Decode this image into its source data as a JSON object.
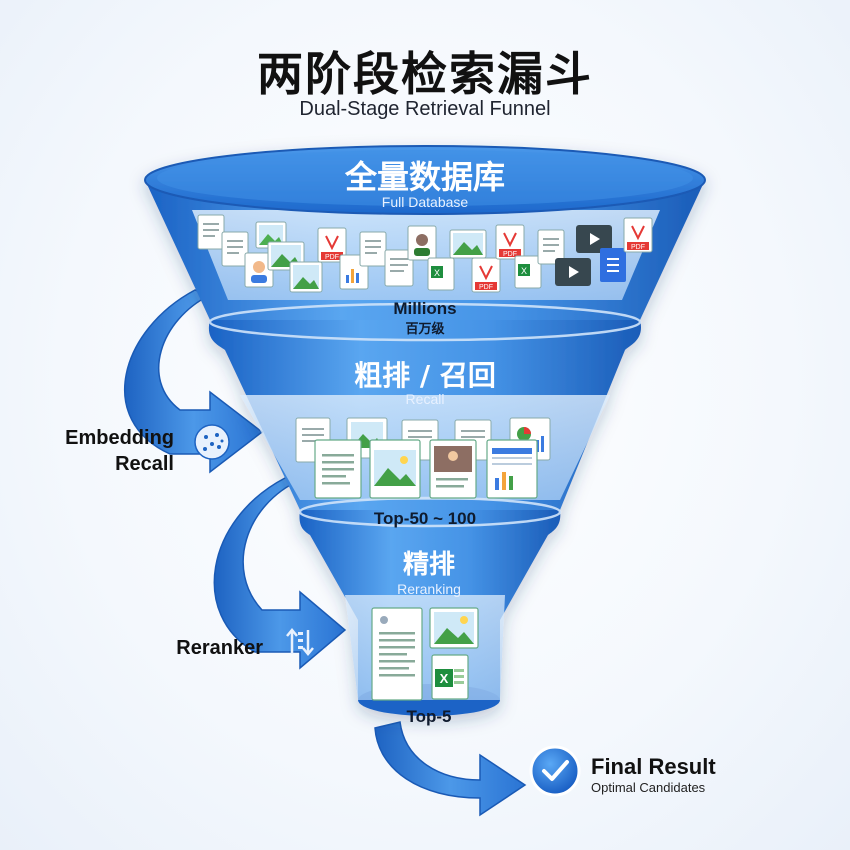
{
  "title": {
    "zh": "两阶段检索漏斗",
    "en": "Dual-Stage Retrieval Funnel"
  },
  "stages": {
    "full_db": {
      "zh": "全量数据库",
      "en": "Full Database",
      "count_en": "Millions",
      "count_zh": "百万级"
    },
    "recall": {
      "zh": "粗排 / 召回",
      "en": "Recall",
      "count": "Top-50 ~ 100"
    },
    "rerank": {
      "zh": "精排",
      "en": "Reranking",
      "count": "Top-5"
    }
  },
  "side_labels": {
    "embedding": [
      "Embedding",
      "Recall"
    ],
    "reranker": "Reranker"
  },
  "final": {
    "title": "Final Result",
    "subtitle": "Optimal Candidates"
  },
  "icons": {
    "doc_types": [
      "document-icon",
      "image-icon",
      "pdf-icon",
      "spreadsheet-icon",
      "chart-icon",
      "video-icon",
      "profile-icon"
    ]
  },
  "colors": {
    "funnel_blue": "#2f7fe0",
    "funnel_dark": "#1565c8",
    "pdf_red": "#e53935",
    "excel_green": "#1e8e3e",
    "check_blue": "#1e73e8"
  }
}
